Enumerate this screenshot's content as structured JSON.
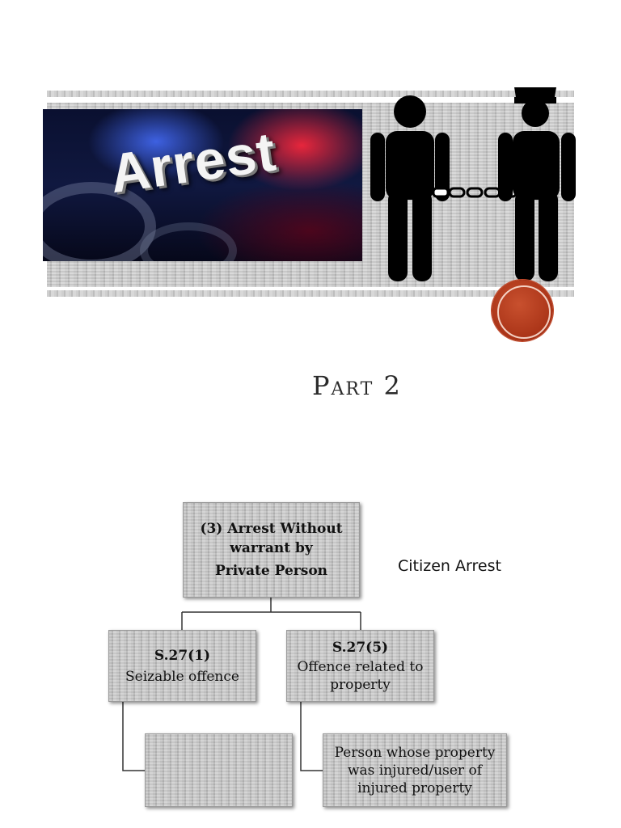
{
  "slide1": {
    "banner_word": "Arrest",
    "title": "Part 2",
    "icons": [
      "handcuffs-icon",
      "person-icon",
      "police-officer-icon",
      "chain-icon"
    ],
    "colors": {
      "seal": "#a93317",
      "banner_red": "#ff283c",
      "banner_blue": "#466eff"
    }
  },
  "slide2": {
    "root": {
      "line1": "(3) Arrest Without",
      "line2": "warrant by",
      "line3": "Private Person"
    },
    "side_note": "Citizen Arrest",
    "left": {
      "section": "S.27(1)",
      "text": "Seizable offence"
    },
    "right": {
      "section": "S.27(5)",
      "text": "Offence related to property"
    },
    "left_child": {
      "text": ""
    },
    "right_child": {
      "text": "Person whose property was injured/user of injured property"
    }
  }
}
